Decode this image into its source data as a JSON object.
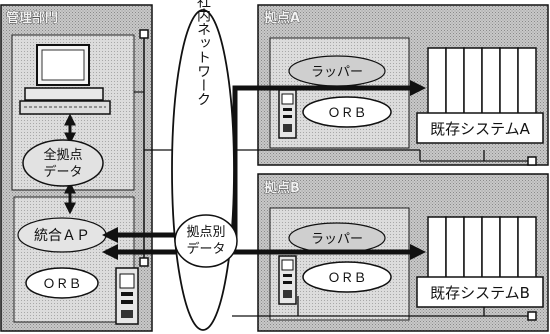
{
  "regions": {
    "management": {
      "title": "管理部門"
    },
    "siteA": {
      "title": "拠点A"
    },
    "siteB": {
      "title": "拠点B"
    }
  },
  "network": {
    "label": "社内ネットワーク"
  },
  "management": {
    "all_site_data": {
      "line1": "全拠点",
      "line2": "データ"
    },
    "integrated_ap": "統合ＡＰ",
    "orb": "ＯＲＢ"
  },
  "site_data": {
    "line1": "拠点別",
    "line2": "データ"
  },
  "siteA": {
    "wrapper": "ラッパー",
    "orb": "ＯＲＢ",
    "legacy": "既存システムA"
  },
  "siteB": {
    "wrapper": "ラッパー",
    "orb": "ＯＲＢ",
    "legacy": "既存システムB"
  },
  "colors": {
    "region_fill": "#bfbfbf",
    "ink": "#111111",
    "bubble": "#d4d4d4"
  }
}
